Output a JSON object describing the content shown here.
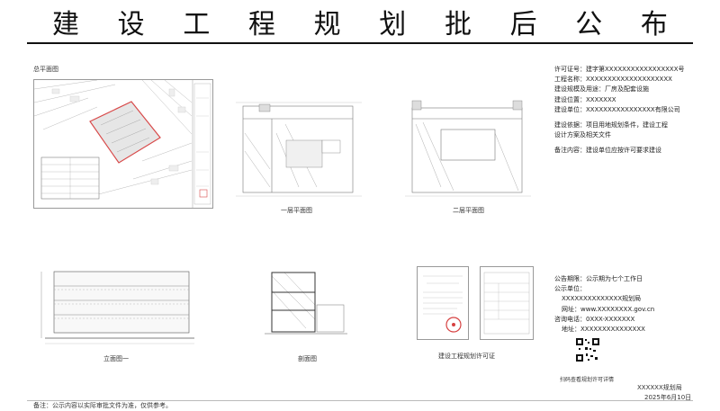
{
  "header": {
    "title_chars": [
      "建",
      "设",
      "工",
      "程",
      "规",
      "划",
      "批",
      "后",
      "公",
      "布"
    ]
  },
  "drawings": {
    "site_plan_label": "总平面图",
    "floor1_label": "一层平面图",
    "floor2_label": "二层平面图",
    "elevation_label": "立面图一",
    "section_label": "剖面图",
    "permit_label": "建设工程规划许可证"
  },
  "project_info": {
    "line1": "许可证号：建字第XXXXXXXXXXXXXXXXX号",
    "line2": "工程名称：XXXXXXXXXXXXXXXXXXXX",
    "line3": "建设规模及用途：厂房及配套设施",
    "line4": "建设位置：XXXXXXX",
    "line5": "建设单位：XXXXXXXXXXXXXXXX有限公司",
    "line6": "建设依据：项目用地规划条件，建设工程",
    "line7": "设计方案及相关文件",
    "line8": "备注内容：建设单位应按许可要求建设"
  },
  "contact_info": {
    "line1": "公告期限：公示期为七个工作日",
    "line2": "公示单位：",
    "line3": "XXXXXXXXXXXXXX规划局",
    "line4": "网址：www.XXXXXXXX.gov.cn",
    "line5": "咨询电话：0XXX-XXXXXXX",
    "line6": "地址：XXXXXXXXXXXXXXX"
  },
  "footer": {
    "note": "备注：公示内容以实际审批文件为准，仅供参考。",
    "qr_caption": "扫码查看规划许可详情",
    "org": "XXXXXX规划局",
    "date": "2025年6月10日"
  },
  "colors": {
    "site_highlight": "#d84a4a",
    "permit_stamp": "#d64040",
    "qr_dark": "#111111"
  },
  "icons": {
    "qr": "qr-code-icon",
    "stamp": "red-stamp-icon"
  }
}
